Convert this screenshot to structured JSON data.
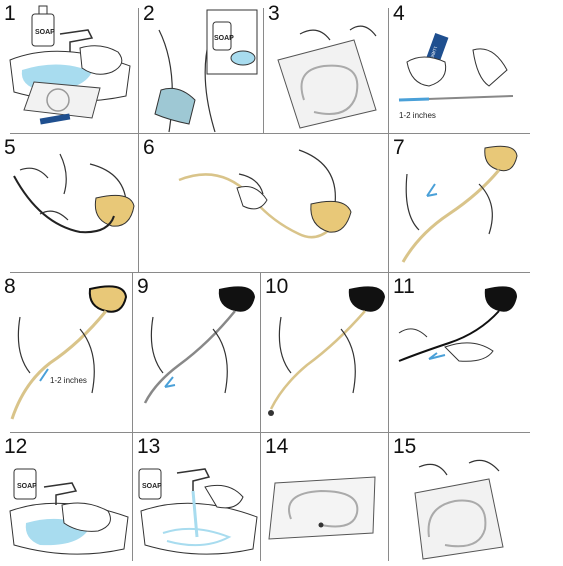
{
  "steps": [
    {
      "number": "1",
      "soap_label": "SOAP"
    },
    {
      "number": "2",
      "soap_label": "SOAP"
    },
    {
      "number": "3"
    },
    {
      "number": "4",
      "tube_label": "LUBRICANT",
      "note": "1-2 inches"
    },
    {
      "number": "5"
    },
    {
      "number": "6"
    },
    {
      "number": "7"
    },
    {
      "number": "8",
      "note": "1-2 inches"
    },
    {
      "number": "9"
    },
    {
      "number": "10"
    },
    {
      "number": "11"
    },
    {
      "number": "12",
      "soap_label": "SOAP"
    },
    {
      "number": "13",
      "soap_label": "SOAP"
    },
    {
      "number": "14"
    },
    {
      "number": "15"
    }
  ],
  "colors": {
    "grid": "#8a8a8a",
    "line": "#333333",
    "catheter": "#d9c48a",
    "urine": "#e8c878",
    "bag_full": "#111111",
    "water": "#a8dcef",
    "towel": "#9ec8d4",
    "lube_tube": "#1f4f8f"
  }
}
